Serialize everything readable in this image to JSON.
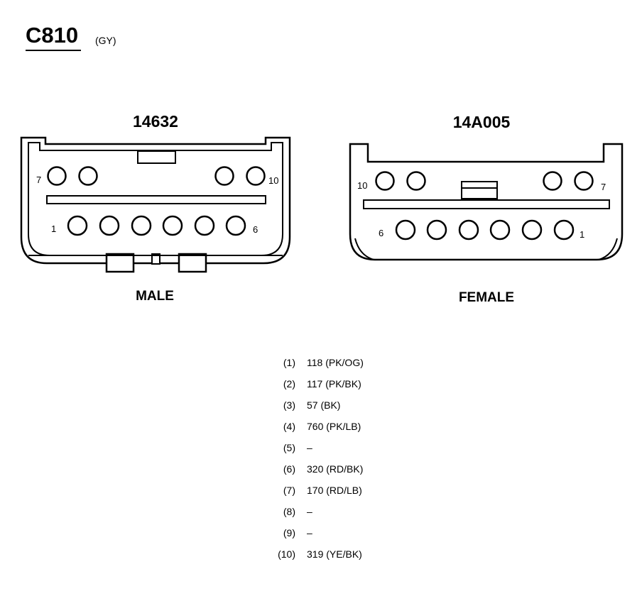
{
  "connector": {
    "title": "C810",
    "color_code": "(GY)"
  },
  "male": {
    "part_number": "14632",
    "label": "MALE",
    "top_left_pin": "7",
    "top_right_pin": "10",
    "bottom_left_pin": "1",
    "bottom_right_pin": "6"
  },
  "female": {
    "part_number": "14A005",
    "label": "FEMALE",
    "top_left_pin": "10",
    "top_right_pin": "7",
    "bottom_left_pin": "6",
    "bottom_right_pin": "1"
  },
  "pinout": [
    {
      "pin": "(1)",
      "circuit": "118 (PK/OG)"
    },
    {
      "pin": "(2)",
      "circuit": "117 (PK/BK)"
    },
    {
      "pin": "(3)",
      "circuit": "57 (BK)"
    },
    {
      "pin": "(4)",
      "circuit": "760 (PK/LB)"
    },
    {
      "pin": "(5)",
      "circuit": "–"
    },
    {
      "pin": "(6)",
      "circuit": "320 (RD/BK)"
    },
    {
      "pin": "(7)",
      "circuit": "170 (RD/LB)"
    },
    {
      "pin": "(8)",
      "circuit": "–"
    },
    {
      "pin": "(9)",
      "circuit": "–"
    },
    {
      "pin": "(10)",
      "circuit": "319 (YE/BK)"
    }
  ]
}
